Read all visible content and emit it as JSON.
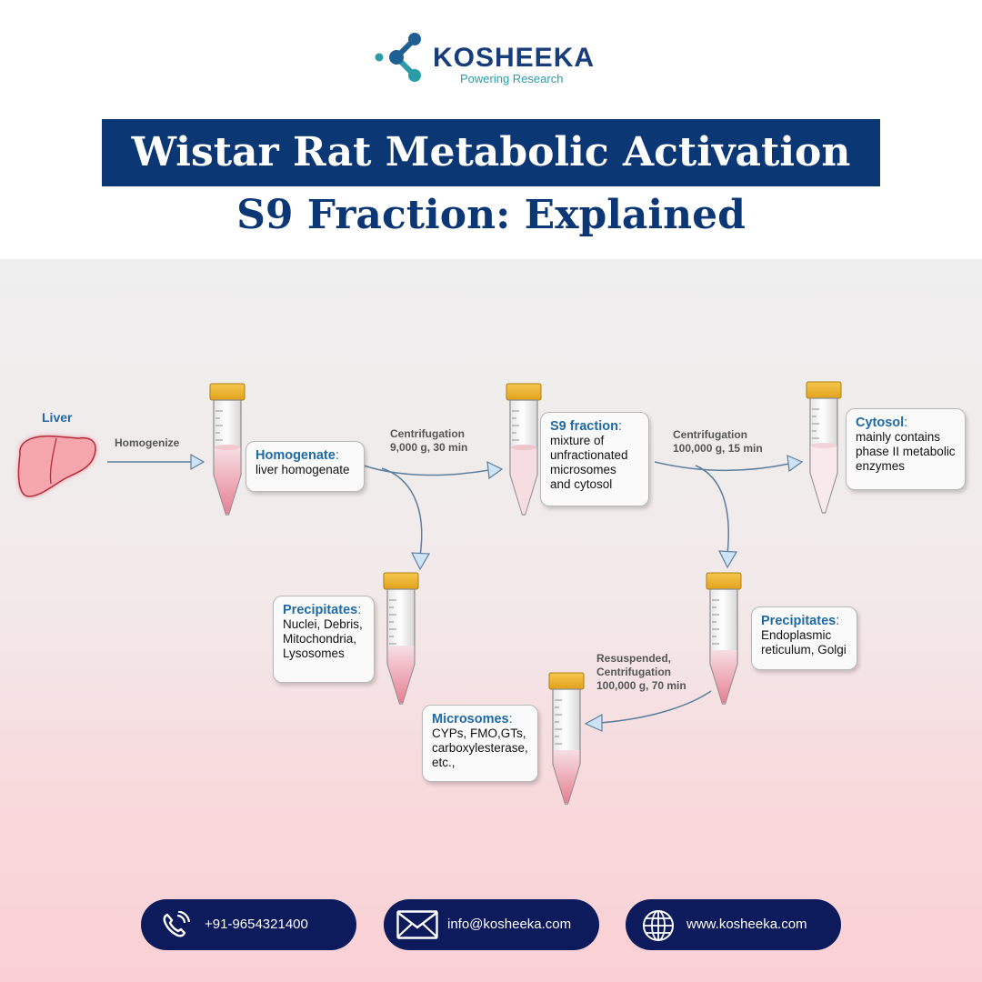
{
  "brand": {
    "name": "KOSHEEKA",
    "tagline": "Powering Research"
  },
  "title": {
    "line1": "Wistar Rat Metabolic Activation",
    "line2": "S9 Fraction: Explained"
  },
  "diagram": {
    "liver_label": "Liver",
    "steps": {
      "homogenize": "Homogenize",
      "centrifuge1": [
        "Centrifugation",
        "9,000 g, 30 min"
      ],
      "centrifuge2": [
        "Centrifugation",
        "100,000 g, 15 min"
      ],
      "centrifuge3": [
        "Resuspended,",
        "Centrifugation",
        "100,000 g, 70 min"
      ]
    },
    "boxes": {
      "homogenate": {
        "head": "Homogenate",
        "lines": [
          "liver homogenate"
        ]
      },
      "s9": {
        "head": "S9 fraction",
        "lines": [
          "mixture of",
          "unfractionated",
          "microsomes",
          "and cytosol"
        ]
      },
      "cytosol": {
        "head": "Cytosol",
        "lines": [
          "mainly contains",
          "phase II metabolic",
          "enzymes"
        ]
      },
      "precip1": {
        "head": "Precipitates",
        "lines": [
          "Nuclei, Debris,",
          "Mitochondria,",
          "Lysosomes"
        ]
      },
      "precip2": {
        "head": "Precipitates",
        "lines": [
          "Endoplasmic",
          "reticulum, Golgi"
        ]
      },
      "microsomes": {
        "head": "Microsomes",
        "lines": [
          "CYPs, FMO,GTs,",
          "carboxylesterase,",
          "etc.,"
        ]
      }
    }
  },
  "contact": {
    "phone": "+91-9654321400",
    "email": "info@kosheeka.com",
    "website": "www.kosheeka.com"
  },
  "colors": {
    "navy": "#0c3775",
    "accent_blue": "#1f6aa5",
    "teal": "#2a9ca8",
    "pill": "#0d1a5c"
  },
  "icons": [
    "logo-icon",
    "liver-icon",
    "tube-icon",
    "arrow-icon",
    "phone-icon",
    "mail-icon",
    "globe-icon"
  ]
}
